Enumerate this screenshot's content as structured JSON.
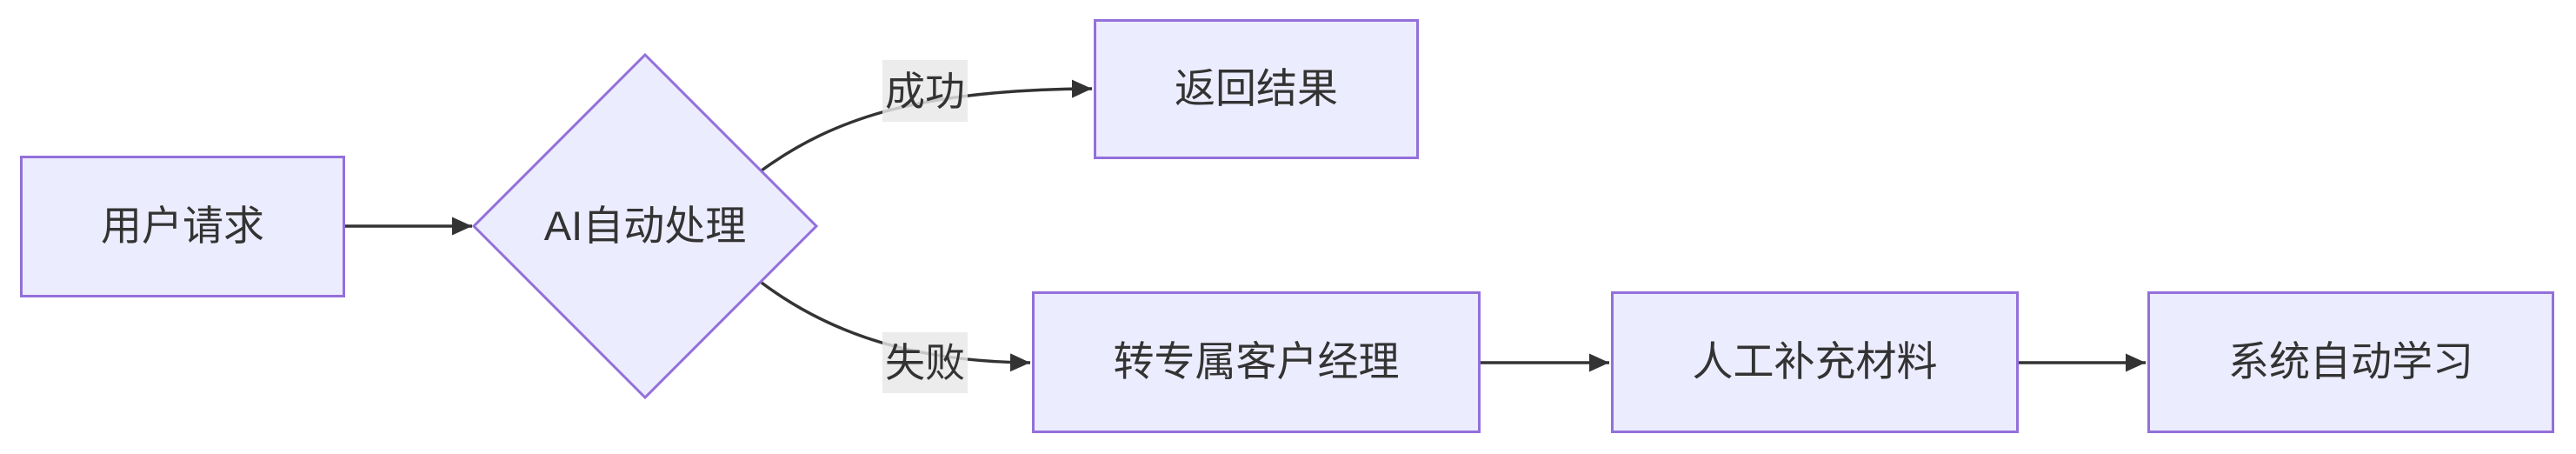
{
  "diagram": {
    "type": "flowchart",
    "direction": "left-to-right",
    "colors": {
      "background": "#FFFFFF",
      "node_fill": "#ECECFF",
      "node_border": "#9370DB",
      "edge_color": "#333333",
      "text_color": "#333333",
      "edge_label_bg": "#E8E8E8"
    },
    "nodes": [
      {
        "id": "user-request",
        "label": "用户请求",
        "shape": "rect"
      },
      {
        "id": "ai-processing",
        "label": "AI自动处理",
        "shape": "diamond"
      },
      {
        "id": "return-result",
        "label": "返回结果",
        "shape": "rect"
      },
      {
        "id": "transfer-account-manager",
        "label": "转专属客户经理",
        "shape": "rect"
      },
      {
        "id": "manual-supplement-materials",
        "label": "人工补充材料",
        "shape": "rect"
      },
      {
        "id": "system-auto-learning",
        "label": "系统自动学习",
        "shape": "rect"
      }
    ],
    "edges": [
      {
        "from": "user-request",
        "to": "ai-processing",
        "label": ""
      },
      {
        "from": "ai-processing",
        "to": "return-result",
        "label": "成功"
      },
      {
        "from": "ai-processing",
        "to": "transfer-account-manager",
        "label": "失败"
      },
      {
        "from": "transfer-account-manager",
        "to": "manual-supplement-materials",
        "label": ""
      },
      {
        "from": "manual-supplement-materials",
        "to": "system-auto-learning",
        "label": ""
      }
    ]
  }
}
